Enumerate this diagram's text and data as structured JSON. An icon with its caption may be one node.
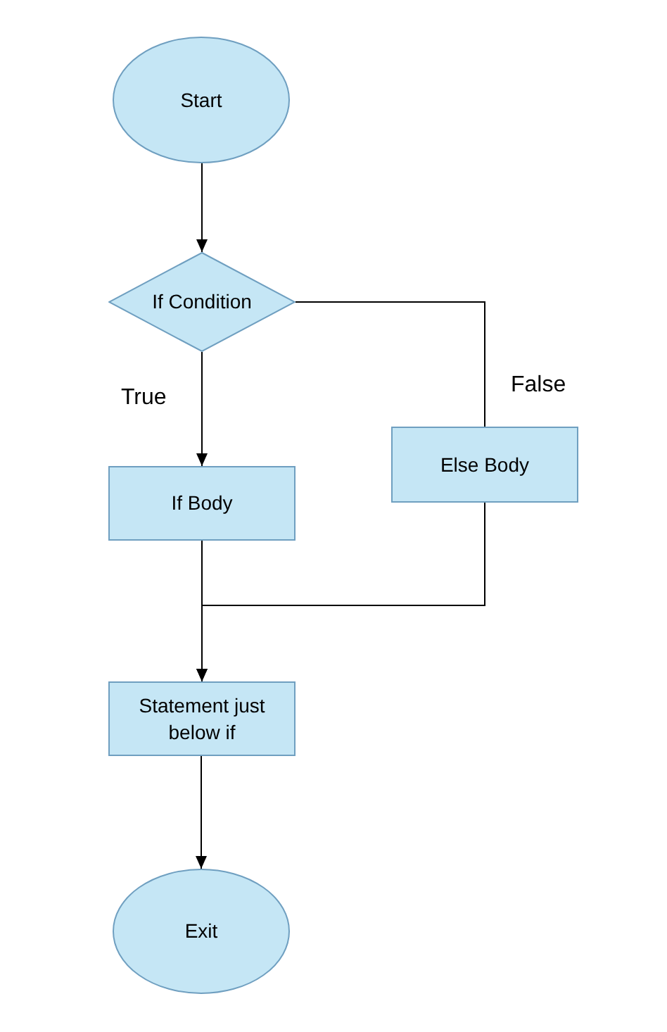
{
  "diagram": {
    "nodes": [
      {
        "text": [
          "Start"
        ]
      },
      {
        "text": [
          "If Condition"
        ]
      },
      {
        "text": [
          "If Body"
        ]
      },
      {
        "text": [
          "Else Body"
        ]
      },
      {
        "text": [
          "Statement just below if"
        ]
      },
      {
        "text": [
          "Exit"
        ]
      }
    ],
    "edges": [
      {
        "from": 0,
        "to": 1,
        "arrow": "to"
      },
      {
        "from": 1,
        "to": 2,
        "arrow": "to",
        "label": "True"
      },
      {
        "from": 1,
        "to": 3,
        "arrow": "none",
        "label": "False"
      },
      {
        "from": 2,
        "to": 4,
        "arrow": "to"
      },
      {
        "from": 3,
        "to": 4,
        "arrow": "to"
      },
      {
        "from": 4,
        "to": 5,
        "arrow": "to"
      }
    ]
  }
}
